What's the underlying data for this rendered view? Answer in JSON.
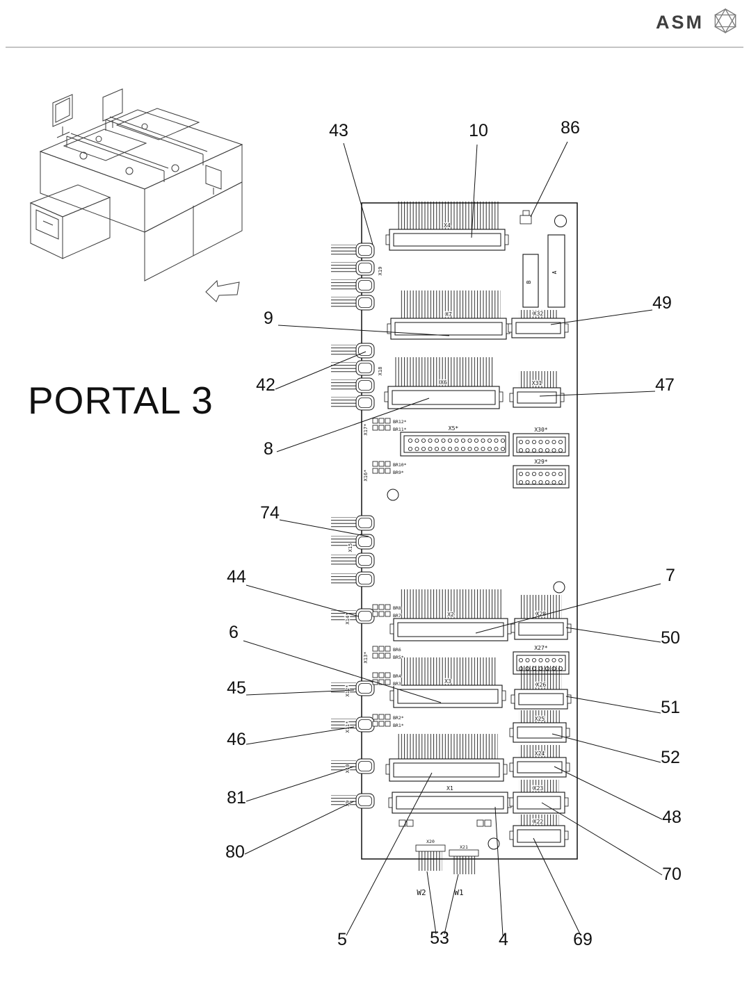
{
  "header": {
    "brand": "ASM"
  },
  "title": "PORTAL 3",
  "callouts": {
    "c4": "4",
    "c5": "5",
    "c6": "6",
    "c7": "7",
    "c8": "8",
    "c9": "9",
    "c10": "10",
    "c42": "42",
    "c43": "43",
    "c44": "44",
    "c45": "45",
    "c46": "46",
    "c47": "47",
    "c48": "48",
    "c49": "49",
    "c50": "50",
    "c51": "51",
    "c52": "52",
    "c53": "53",
    "c69": "69",
    "c70": "70",
    "c74": "74",
    "c80": "80",
    "c81": "81",
    "c86": "86"
  },
  "labels": {
    "a": "A",
    "b": "B",
    "x1": "X1",
    "x2": "X2",
    "x3": "X3",
    "x4": "X4",
    "x5": "X5*",
    "x6": "X6",
    "x7": "X7",
    "x9": "X9",
    "x10": "X10",
    "x11": "X11*",
    "x12": "X12*",
    "x13": "X13*",
    "x14": "X14*",
    "x15": "X15",
    "x16": "X16*",
    "x17": "X17*",
    "x18": "X18",
    "x19": "X19",
    "x20": "X20",
    "x21": "X21",
    "x22": "X22",
    "x23": "X23",
    "x24": "X24",
    "x25": "X25",
    "x26": "X26",
    "x27": "X27*",
    "x28": "X28",
    "x29": "X29*",
    "x30": "X30*",
    "x31": "X31",
    "x32": "X32",
    "br1": "BR1*",
    "br2": "BR2*",
    "br3": "BR3",
    "br4": "BR4",
    "br5": "BR5*",
    "br6": "BR6",
    "br7": "BR7",
    "br8": "BR8",
    "br9": "BR9*",
    "br10": "BR10*",
    "br11": "BR11*",
    "br12": "BR12*",
    "w1": "W1",
    "w2": "W2"
  }
}
